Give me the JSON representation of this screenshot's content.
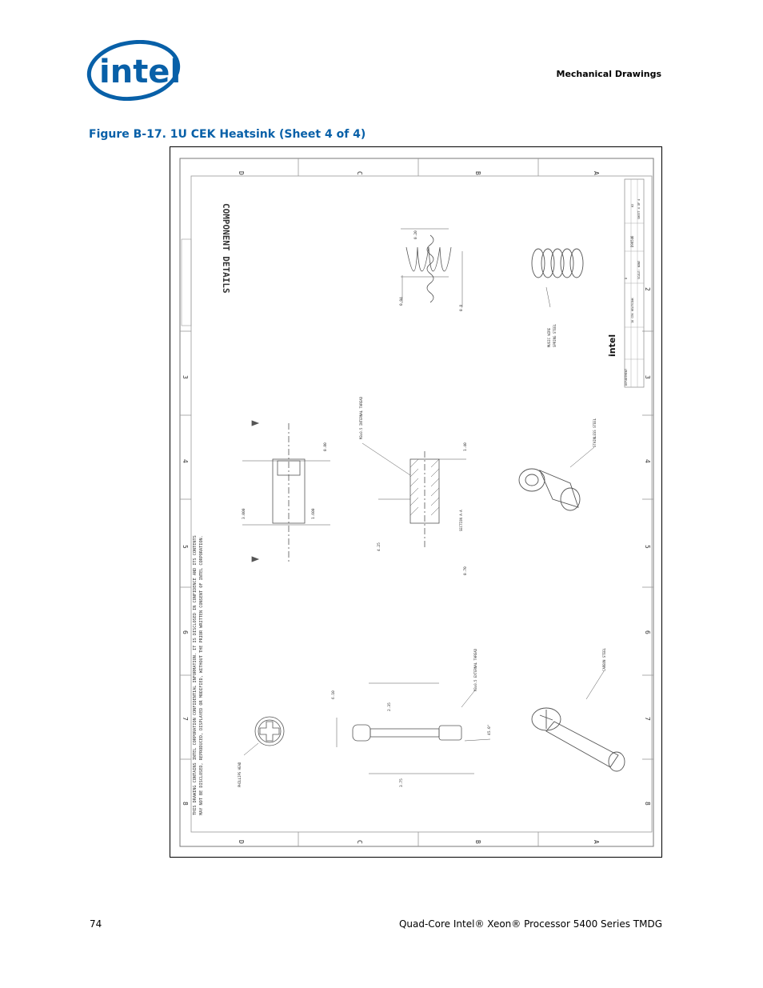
{
  "header": {
    "logo_text": "intel",
    "section_title": "Mechanical Drawings"
  },
  "figure": {
    "caption": "Figure B-17. 1U CEK Heatsink (Sheet 4 of 4)"
  },
  "drawing": {
    "sheet_title": "COMPONENT DETAILS",
    "zone_letters": [
      "D",
      "C",
      "B",
      "A"
    ],
    "zone_numbers": [
      "2",
      "3",
      "4",
      "5",
      "6",
      "7",
      "8"
    ],
    "confidentiality_line1": "THIS DRAWING CONTAINS INTEL CORPORATION CONFIDENTIAL INFORMATION. IT IS DISCLOSED IN CONFIDENCE AND ITS CONTENTS",
    "confidentiality_line2": "MAY NOT BE DISCLOSED, REPRODUCED, DISPLAYED OR MODIFIED, WITHOUT THE PRIOR WRITTEN CONSENT OF INTEL CORPORATION.",
    "dimensions": [
      "0.94",
      "0.8",
      "0.20",
      "3.000",
      "1.600",
      "0.80",
      "4.25",
      "1.40",
      "0.70",
      "6.10",
      "2.35",
      "3.75",
      "45.0°"
    ],
    "notes": [
      "M3x0.5 INTERNAL THREAD",
      "STAINLESS STEEL",
      "SECTION A-A",
      "M3x0.5 EXTERNAL THREAD",
      "PHILLIPS HEAD",
      "CARBON STEEL",
      "MUSIC WIRE",
      "SPRING STEEL"
    ],
    "title_block": {
      "company": "intel",
      "department": "DEPARTMENT",
      "title": "1U CEK HEATSINK",
      "drawing_number": "D96546",
      "revision": "02",
      "sheet": "SHEET 4 OF 4",
      "scale": "SCALE: NONE",
      "size": "D"
    }
  },
  "footer": {
    "page_number": "74",
    "document_title": "Quad-Core Intel® Xeon® Processor 5400 Series TMDG"
  }
}
